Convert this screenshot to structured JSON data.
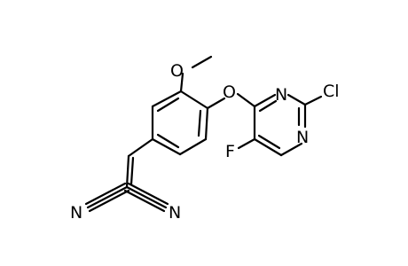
{
  "diagram": {
    "type": "chemical-structure",
    "atoms": {
      "o_methoxy": "O",
      "o_ether": "O",
      "cl": "Cl",
      "n_top": "N",
      "n_right": "N",
      "f": "F",
      "n_cn_left": "N",
      "n_cn_right": "N"
    },
    "colors": {
      "bond": "#000000",
      "text": "#000000",
      "background": "#ffffff"
    }
  }
}
